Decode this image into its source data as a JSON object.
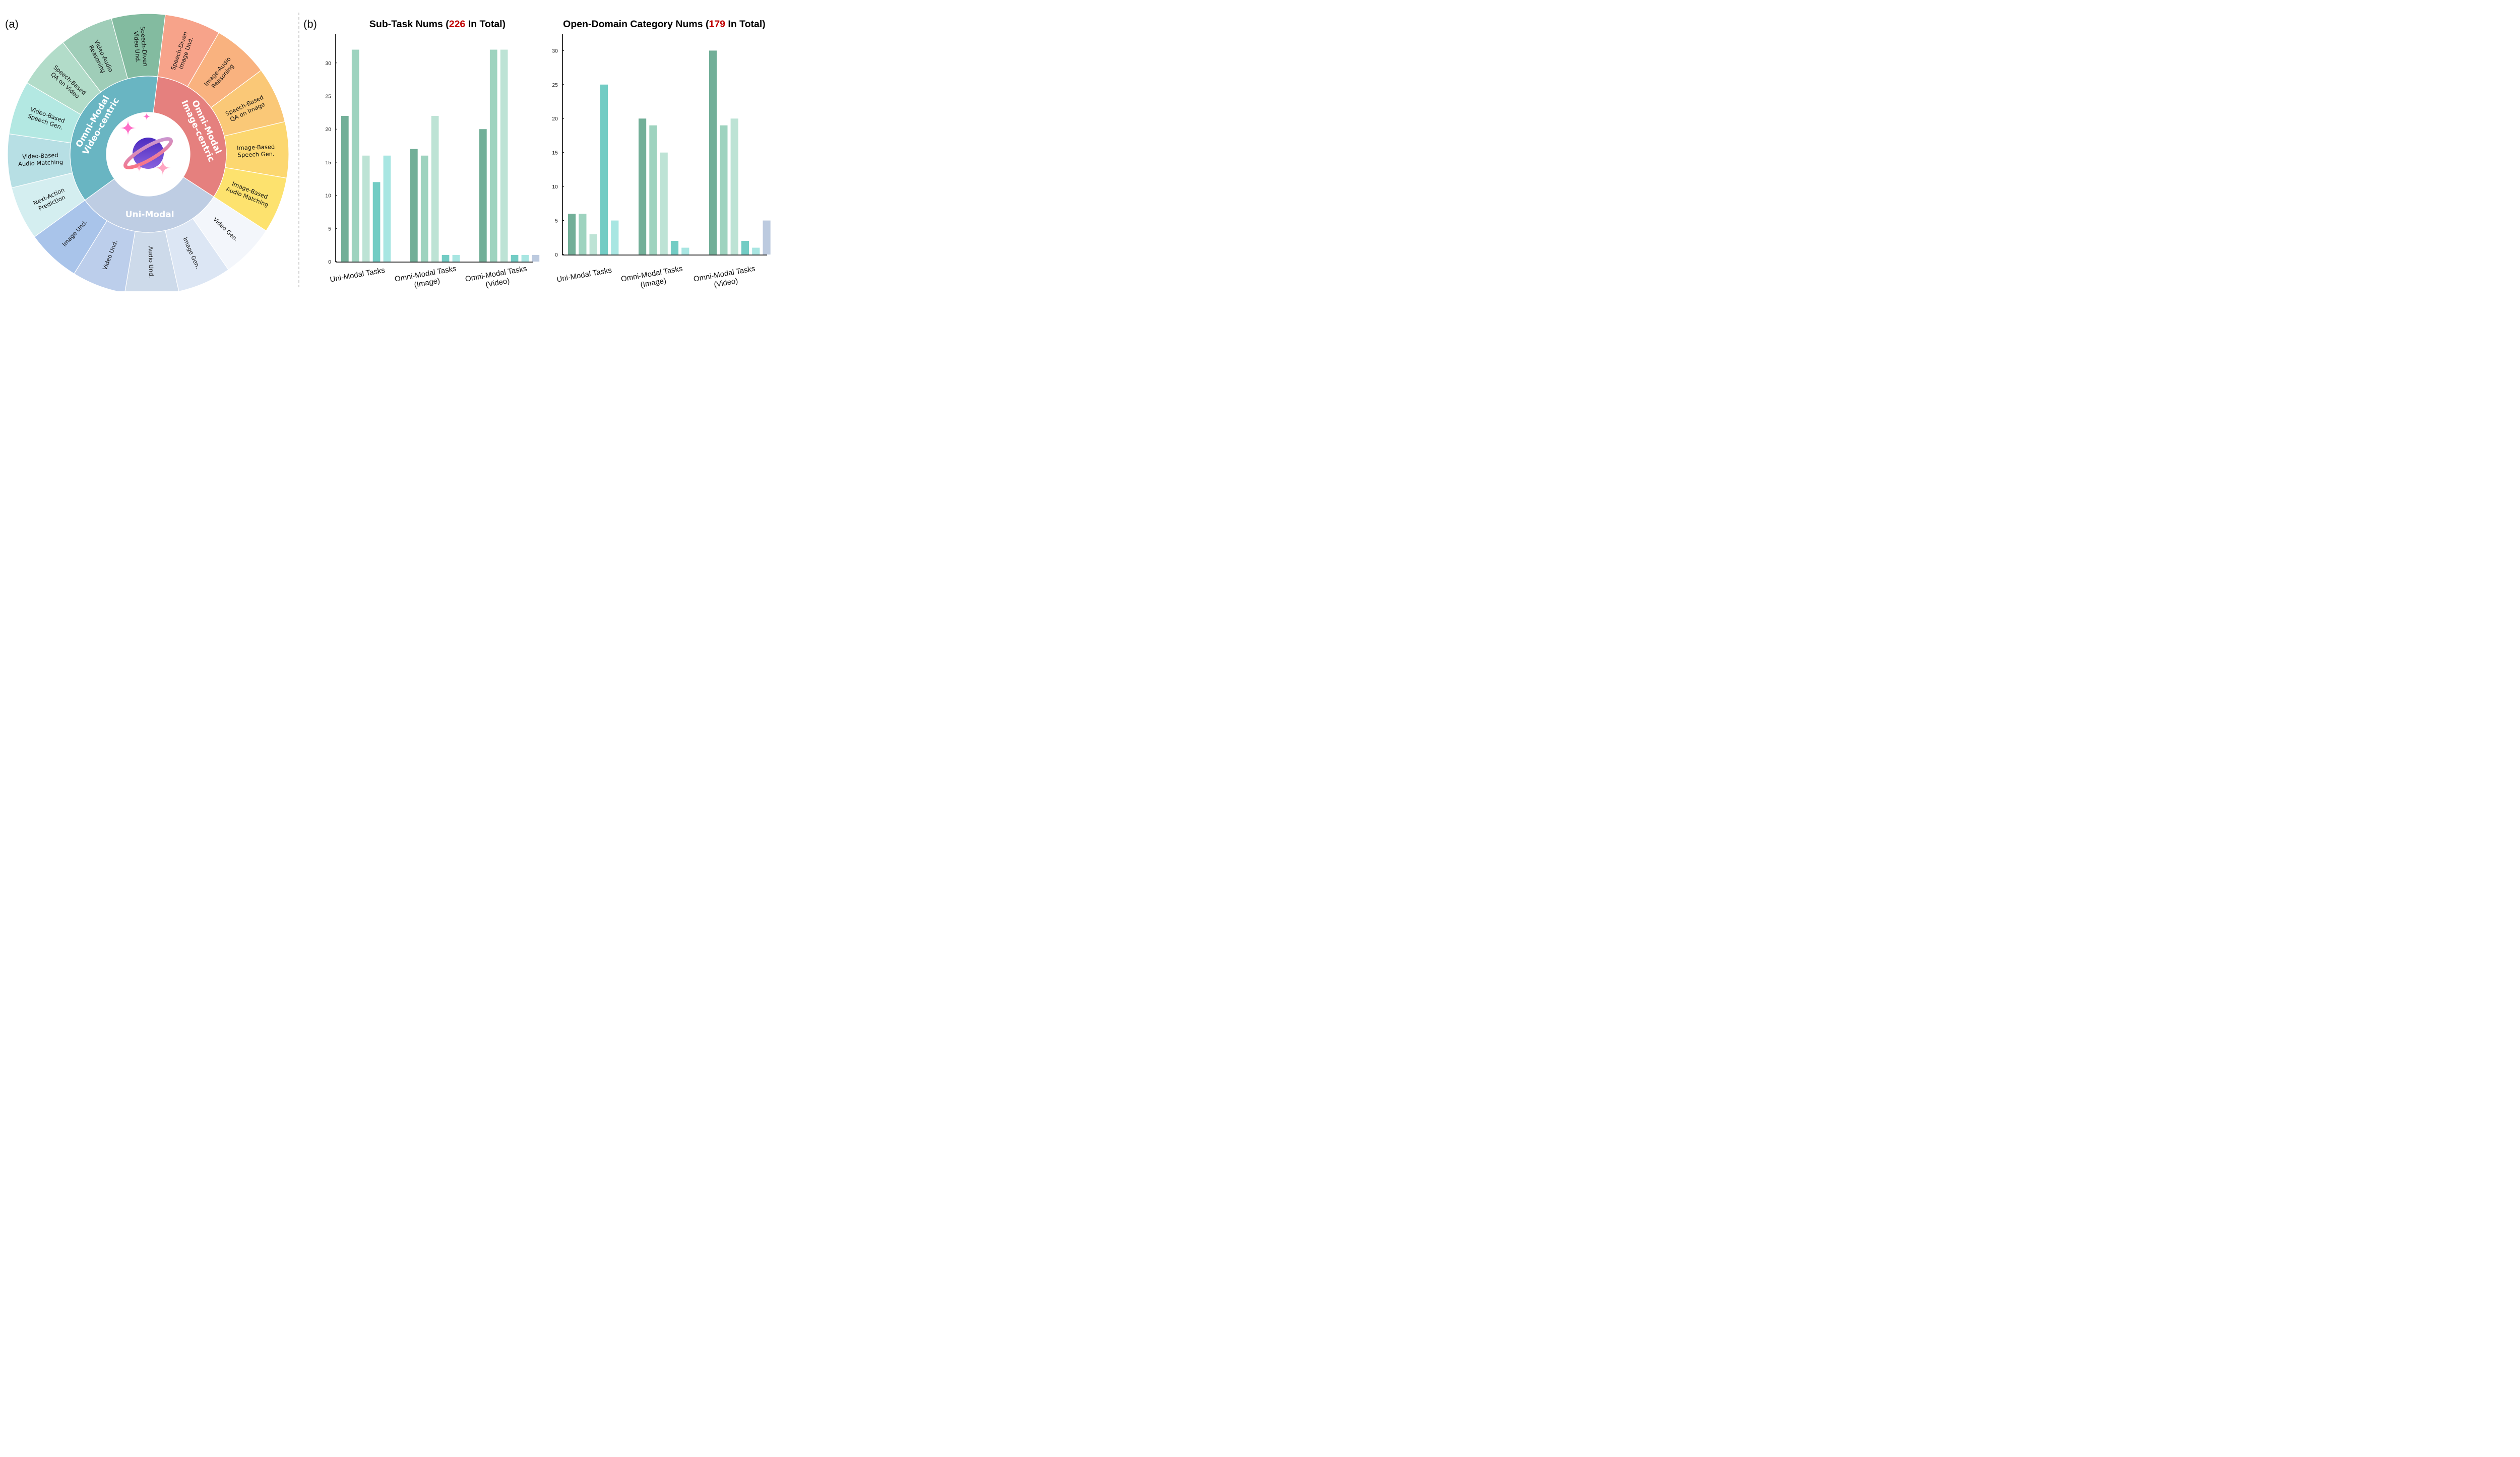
{
  "panels": {
    "a": "(a)",
    "b": "(b)"
  },
  "sunburst": {
    "inner": [
      {
        "lines": [
          "Omni-Modal",
          "Image-centric"
        ],
        "color": "#E5807E"
      },
      {
        "lines": [
          "Uni-Modal"
        ],
        "color": "#BECDE3"
      },
      {
        "lines": [
          "Omni-Modal",
          "Video-centric"
        ],
        "color": "#69B5C2"
      }
    ],
    "outer": [
      {
        "lines": [
          "Speech-Diven",
          "Image Und."
        ],
        "color": "#F7A38A"
      },
      {
        "lines": [
          "Image-Audio",
          "Reasoning"
        ],
        "color": "#F9B27F"
      },
      {
        "lines": [
          "Speech-Based",
          "QA on Image"
        ],
        "color": "#FAC877"
      },
      {
        "lines": [
          "Image-Based",
          "Speech Gen."
        ],
        "color": "#FCD770"
      },
      {
        "lines": [
          "Image-Based",
          "Audio Matching"
        ],
        "color": "#FDE26E"
      },
      {
        "lines": [
          "Video Gen."
        ],
        "color": "#F3F6FB"
      },
      {
        "lines": [
          "Image Gen."
        ],
        "color": "#DCE6F4"
      },
      {
        "lines": [
          "Audio Und."
        ],
        "color": "#CDDAEA"
      },
      {
        "lines": [
          "Video Und."
        ],
        "color": "#BCCEEB"
      },
      {
        "lines": [
          "Image Und."
        ],
        "color": "#A9C4EA"
      },
      {
        "lines": [
          "Next-Action",
          "Prediction"
        ],
        "color": "#D4EEF0"
      },
      {
        "lines": [
          "Video-Based",
          "Audio Matching"
        ],
        "color": "#B7DFE4"
      },
      {
        "lines": [
          "Video-Based",
          "Speech Gen."
        ],
        "color": "#B3E8E2"
      },
      {
        "lines": [
          "Speech-Based",
          "QA on Video"
        ],
        "color": "#B2DCC9"
      },
      {
        "lines": [
          "Video-Audio",
          "Reasoning"
        ],
        "color": "#9FCDB8"
      },
      {
        "lines": [
          "Speech-Diven",
          "Video Und."
        ],
        "color": "#83BBA0"
      }
    ],
    "center_icon": "planet-icon"
  },
  "chart_data": [
    {
      "type": "bar",
      "title_prefix": "Sub-Task Nums (",
      "title_highlight": "226",
      "title_suffix": " In Total)",
      "highlight_color": "#C00000",
      "categories": [
        [
          "Uni-Modal Tasks"
        ],
        [
          "Omni-Modal Tasks",
          "(Image)"
        ],
        [
          "Omni-Modal Tasks",
          "(Video)"
        ]
      ],
      "groups": [
        [
          22,
          32,
          16,
          12,
          16
        ],
        [
          17,
          16,
          22,
          1,
          1
        ],
        [
          20,
          32,
          32,
          1,
          1,
          1
        ]
      ],
      "bar_colors": [
        "#72AF98",
        "#9ED3BF",
        "#BDE3D5",
        "#72CCC4",
        "#A8E6E2",
        "#BCCADF"
      ],
      "yticks": [
        0,
        5,
        10,
        15,
        20,
        25,
        30
      ],
      "ylim": [
        0,
        34.4
      ],
      "grid": false
    },
    {
      "type": "bar",
      "title_prefix": "Open-Domain Category Nums (",
      "title_highlight": "179",
      "title_suffix": " In Total)",
      "highlight_color": "#C00000",
      "categories": [
        [
          "Uni-Modal Tasks"
        ],
        [
          "Omni-Modal Tasks",
          "(Image)"
        ],
        [
          "Omni-Modal Tasks",
          "(Video)"
        ]
      ],
      "groups": [
        [
          6,
          6,
          3,
          25,
          5
        ],
        [
          20,
          19,
          15,
          2,
          1
        ],
        [
          30,
          19,
          20,
          2,
          1,
          5
        ]
      ],
      "bar_colors": [
        "#72AF98",
        "#9ED3BF",
        "#BDE3D5",
        "#72CCC4",
        "#A8E6E2",
        "#BCCADF"
      ],
      "yticks": [
        0,
        5,
        10,
        15,
        20,
        25,
        30
      ],
      "ylim": [
        0,
        32.4
      ],
      "grid": false
    }
  ]
}
